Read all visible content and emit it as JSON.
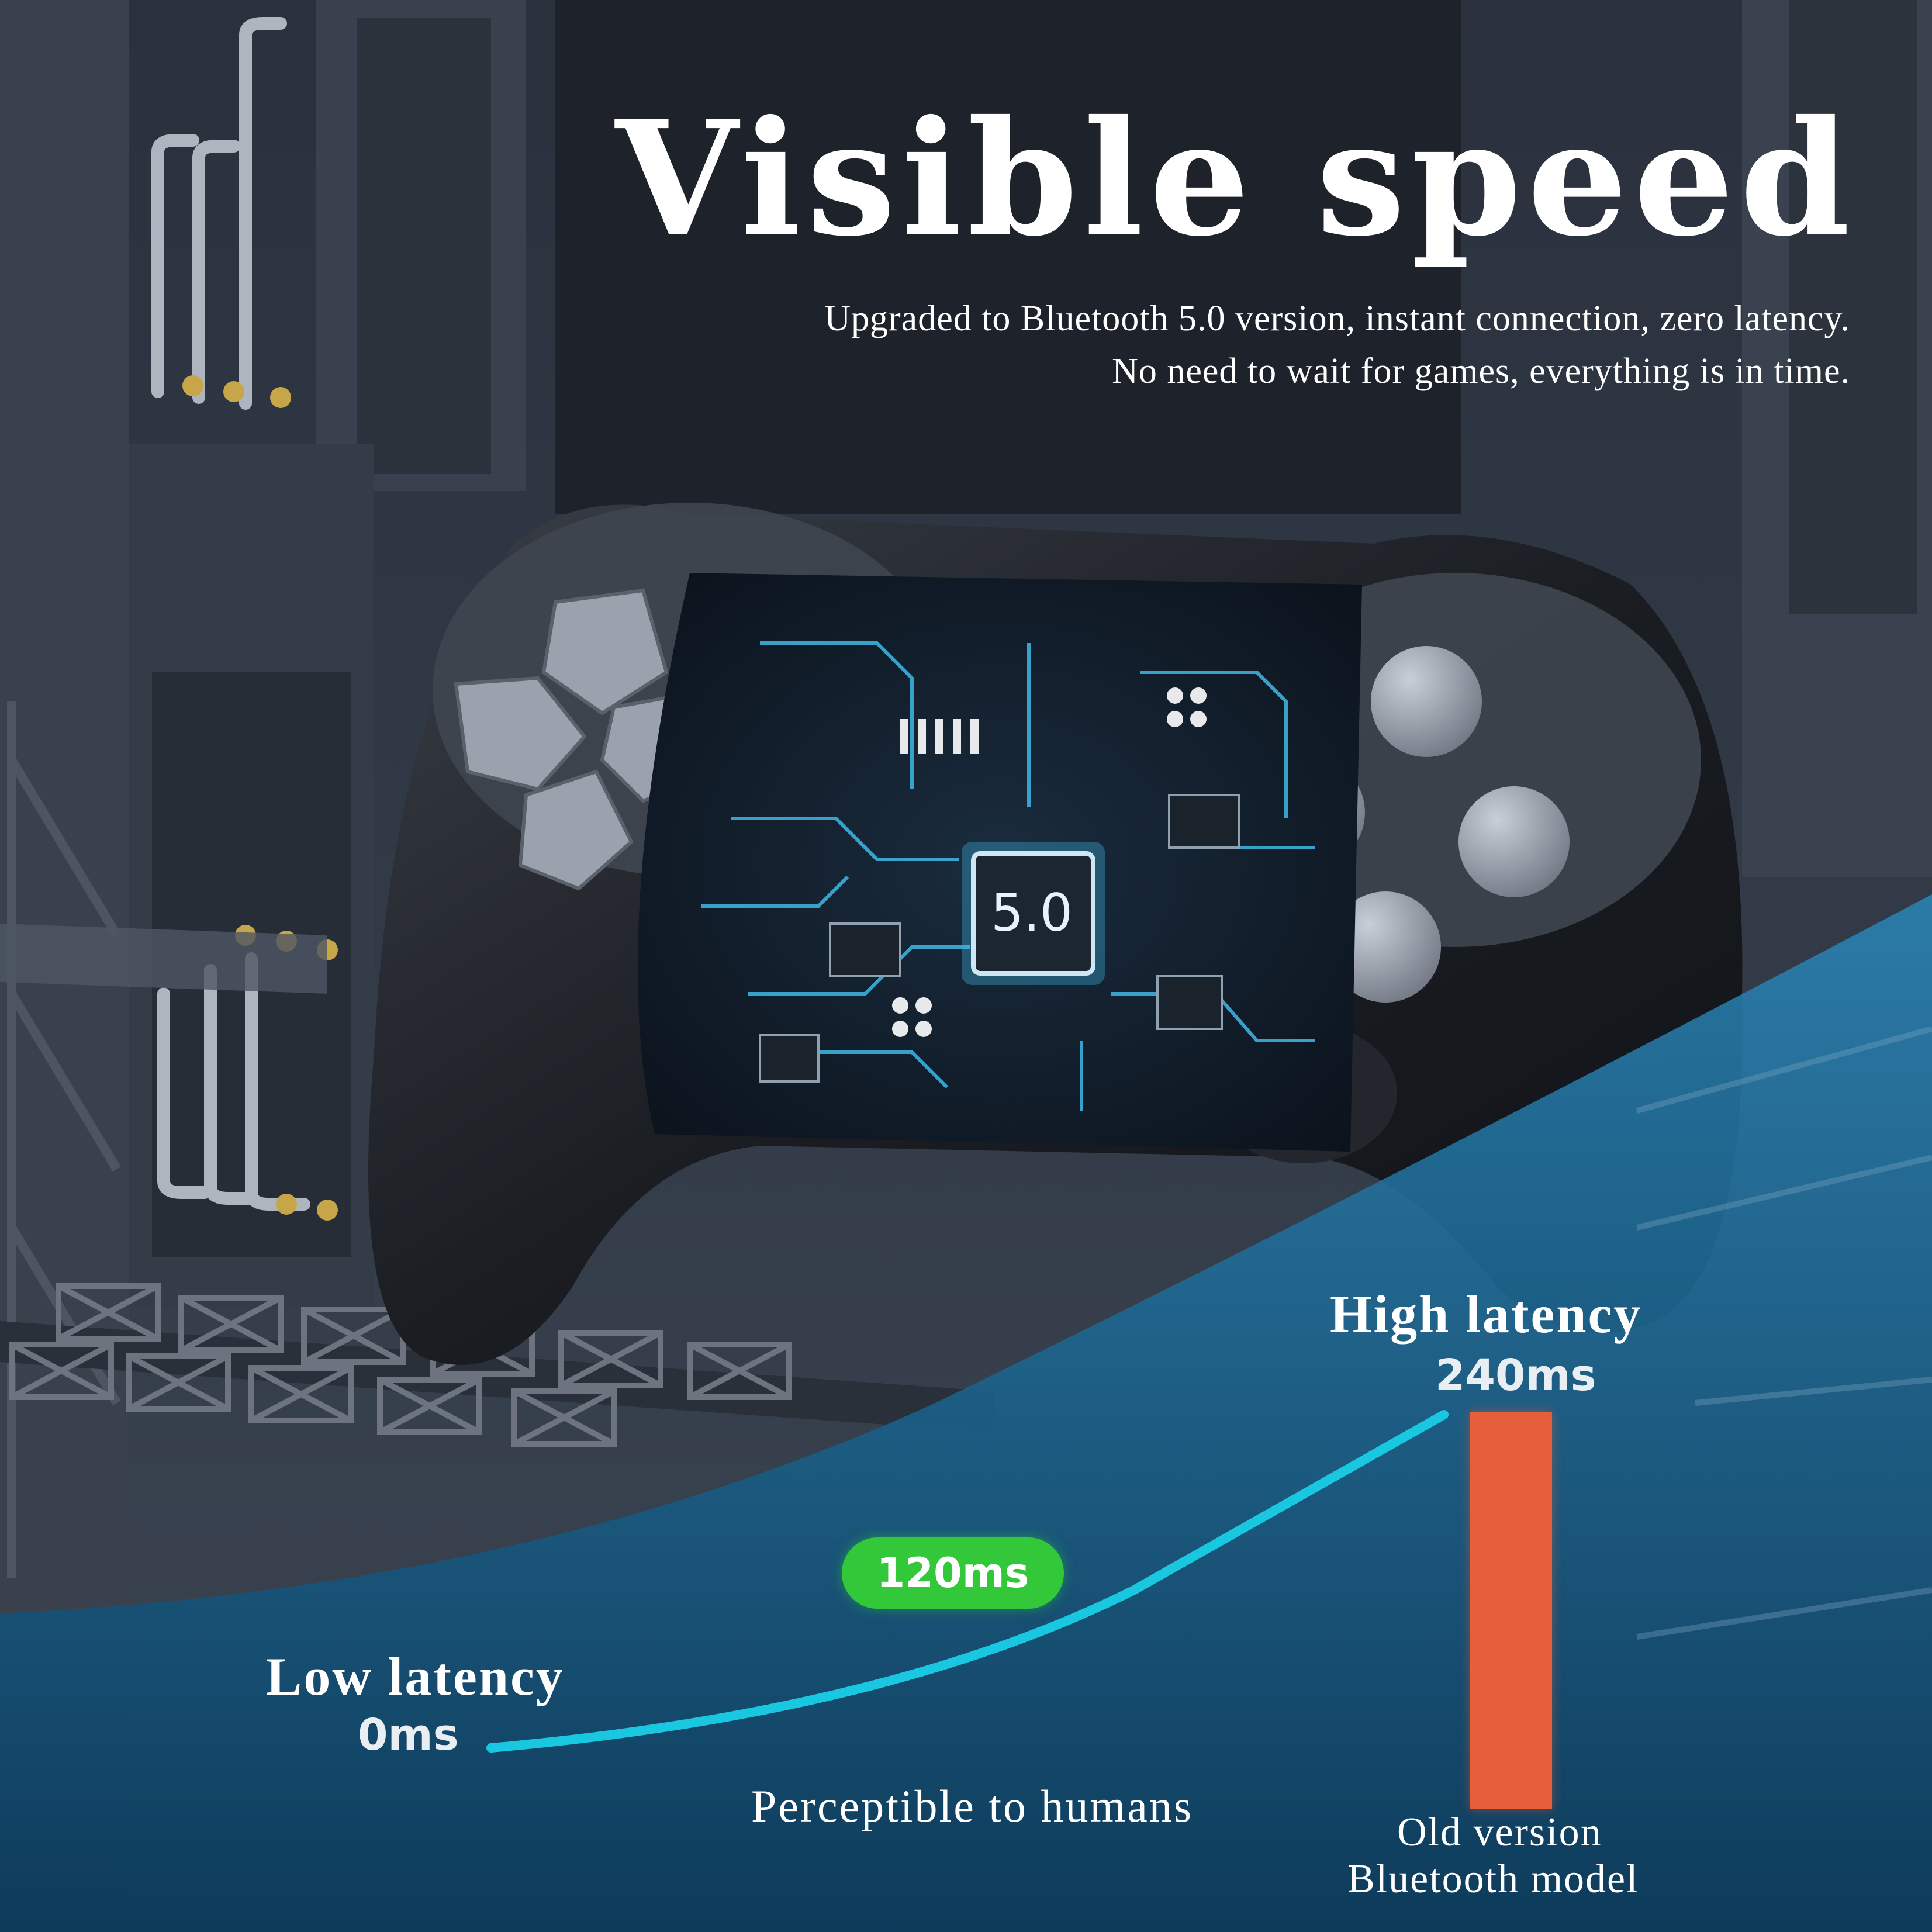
{
  "headline": "Visible speed",
  "subline_1": "Upgraded to Bluetooth 5.0 version, instant connection, zero latency.",
  "subline_2": "No need to wait for games, everything is in time.",
  "chip_label": "5.0",
  "latency": {
    "high_label": "High latency",
    "high_value": "240ms",
    "mid_value": "120ms",
    "low_label": "Low latency",
    "low_value": "0ms",
    "curve_caption": "Perceptible to humans",
    "old_version_line1": "Old version",
    "old_version_line2": "Bluetooth model",
    "old_version_bar_ms": 240
  },
  "colors": {
    "curve": "#19c8e0",
    "mid_pill": "#33c83a",
    "old_bar": "#e5603a",
    "wave": "#1a6f9e"
  },
  "icons": [
    "gamepad-icon",
    "circuit-board-icon",
    "chip-icon"
  ]
}
